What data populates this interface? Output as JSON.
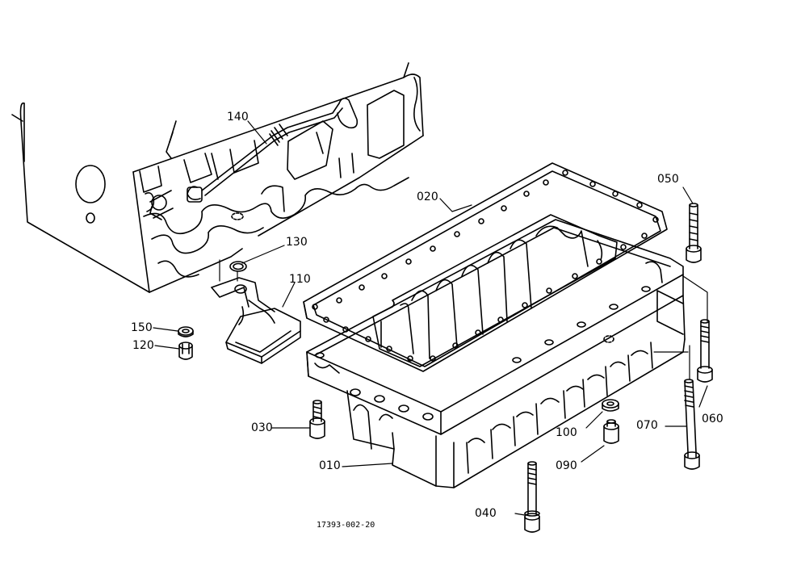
{
  "callouts": {
    "p010": "010",
    "p020": "020",
    "p030": "030",
    "p040": "040",
    "p050": "050",
    "p060": "060",
    "p070": "070",
    "p090": "090",
    "p100": "100",
    "p110": "110",
    "p120": "120",
    "p130": "130",
    "p140": "140",
    "p150": "150"
  },
  "drawing_code": "17393-002-20",
  "colors": {
    "line": "#000000",
    "background": "#ffffff"
  }
}
